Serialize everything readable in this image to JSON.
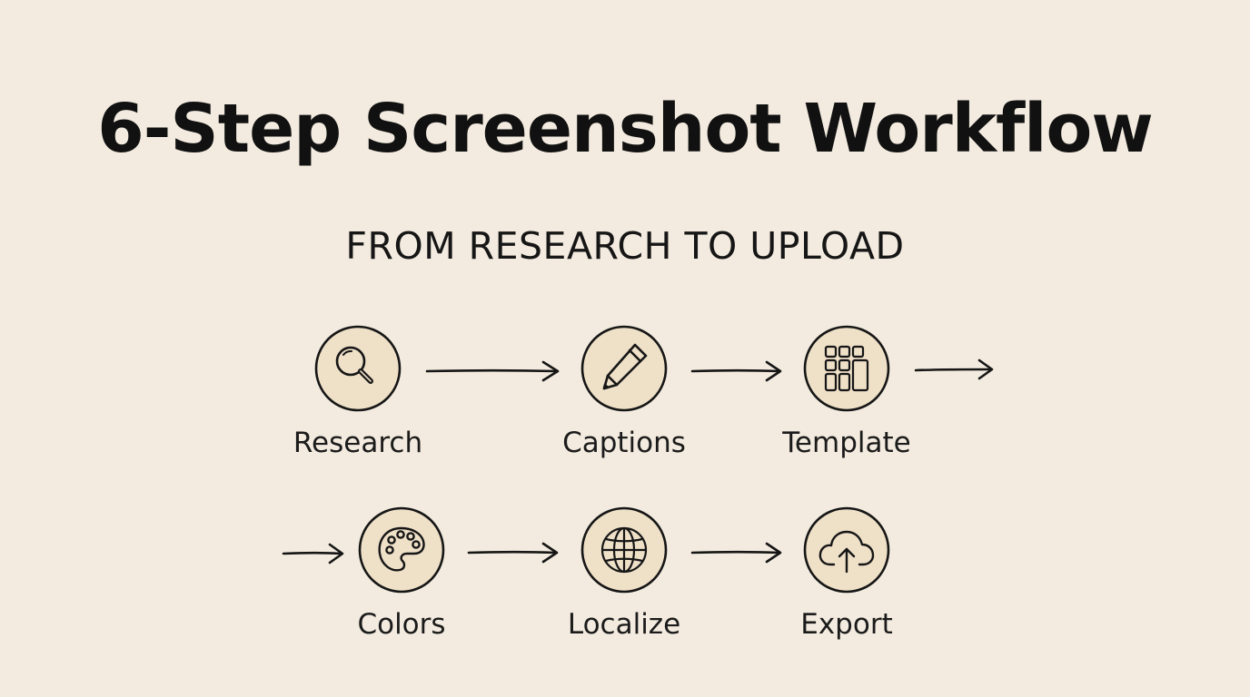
{
  "title": "6-Step Screenshot Workflow",
  "subtitle": "FROM RESEARCH TO UPLOAD",
  "steps": [
    {
      "label": "Research",
      "icon": "magnifier-icon"
    },
    {
      "label": "Captions",
      "icon": "pencil-icon"
    },
    {
      "label": "Template",
      "icon": "grid-icon"
    },
    {
      "label": "Colors",
      "icon": "palette-icon"
    },
    {
      "label": "Localize",
      "icon": "globe-icon"
    },
    {
      "label": "Export",
      "icon": "cloud-upload-icon"
    }
  ],
  "colors": {
    "background": "#f3ebdf",
    "circle_fill": "#efe0c8",
    "ink": "#161616"
  }
}
